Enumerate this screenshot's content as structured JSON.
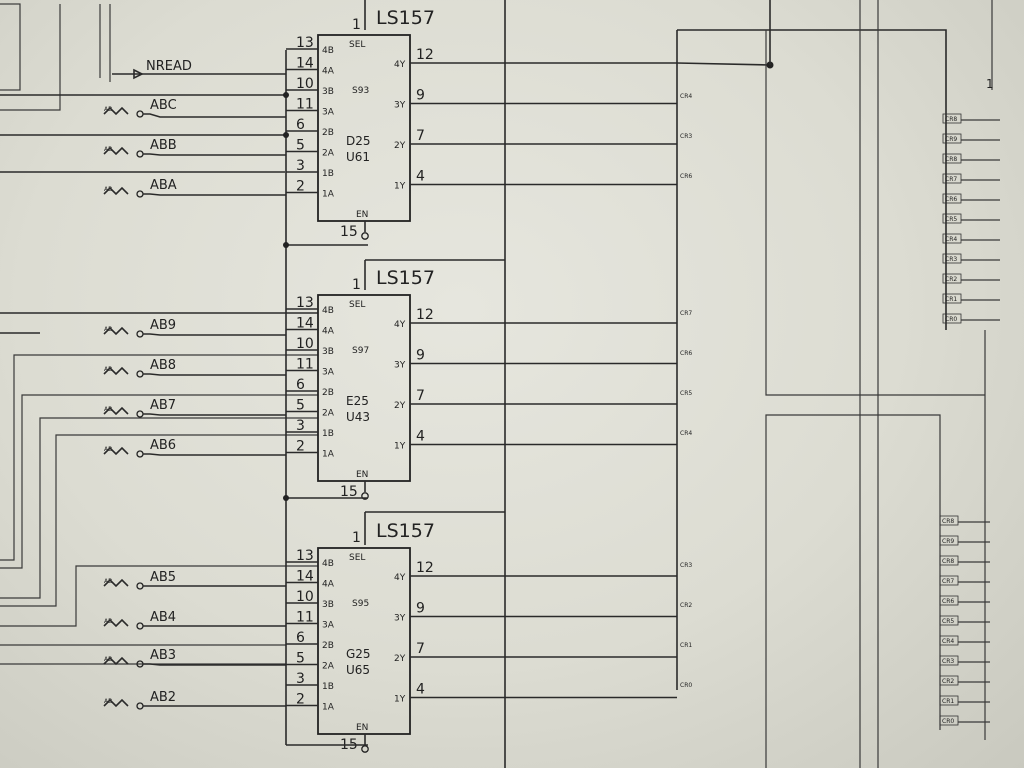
{
  "chips": [
    {
      "part": "LS157",
      "sel_pin": "1",
      "en_pin": "15",
      "sel_label": "SEL",
      "en_label": "EN",
      "id": "S93",
      "loc": "D25",
      "ref": "U61",
      "left_pins": [
        {
          "num": "13",
          "label": "4B"
        },
        {
          "num": "14",
          "label": "4A"
        },
        {
          "num": "10",
          "label": "3B"
        },
        {
          "num": "11",
          "label": "3A"
        },
        {
          "num": "6",
          "label": "2B"
        },
        {
          "num": "5",
          "label": "2A"
        },
        {
          "num": "3",
          "label": "1B"
        },
        {
          "num": "2",
          "label": "1A"
        }
      ],
      "right_pins": [
        {
          "num": "12",
          "label": "4Y"
        },
        {
          "num": "9",
          "label": "3Y"
        },
        {
          "num": "7",
          "label": "2Y"
        },
        {
          "num": "4",
          "label": "1Y"
        }
      ]
    },
    {
      "part": "LS157",
      "sel_pin": "1",
      "en_pin": "15",
      "sel_label": "SEL",
      "en_label": "EN",
      "id": "S97",
      "loc": "E25",
      "ref": "U43",
      "left_pins": [
        {
          "num": "13",
          "label": "4B"
        },
        {
          "num": "14",
          "label": "4A"
        },
        {
          "num": "10",
          "label": "3B"
        },
        {
          "num": "11",
          "label": "3A"
        },
        {
          "num": "6",
          "label": "2B"
        },
        {
          "num": "5",
          "label": "2A"
        },
        {
          "num": "3",
          "label": "1B"
        },
        {
          "num": "2",
          "label": "1A"
        }
      ],
      "right_pins": [
        {
          "num": "12",
          "label": "4Y"
        },
        {
          "num": "9",
          "label": "3Y"
        },
        {
          "num": "7",
          "label": "2Y"
        },
        {
          "num": "4",
          "label": "1Y"
        }
      ]
    },
    {
      "part": "LS157",
      "sel_pin": "1",
      "en_pin": "15",
      "sel_label": "SEL",
      "en_label": "EN",
      "id": "S95",
      "loc": "G25",
      "ref": "U65",
      "left_pins": [
        {
          "num": "13",
          "label": "4B"
        },
        {
          "num": "14",
          "label": "4A"
        },
        {
          "num": "10",
          "label": "3B"
        },
        {
          "num": "11",
          "label": "3A"
        },
        {
          "num": "6",
          "label": "2B"
        },
        {
          "num": "5",
          "label": "2A"
        },
        {
          "num": "3",
          "label": "1B"
        },
        {
          "num": "2",
          "label": "1A"
        }
      ],
      "right_pins": [
        {
          "num": "12",
          "label": "4Y"
        },
        {
          "num": "9",
          "label": "3Y"
        },
        {
          "num": "7",
          "label": "2Y"
        },
        {
          "num": "4",
          "label": "1Y"
        }
      ]
    }
  ],
  "signals": [
    "NREAD",
    "ABC",
    "ABB",
    "ABA",
    "AB9",
    "AB8",
    "AB7",
    "AB6",
    "AB5",
    "AB4",
    "AB3",
    "AB2"
  ],
  "net_tags_a": [
    "CR4",
    "CR3",
    "CR6",
    "CR7",
    "CR6",
    "CR5",
    "CR4",
    "CR3",
    "CR2",
    "CR1",
    "CR0"
  ],
  "net_tags_b": [
    "CR8",
    "CR9",
    "CR8",
    "CR7",
    "CR6",
    "CR5",
    "CR4",
    "CR3",
    "CR2",
    "CR1",
    "CR0"
  ],
  "page_marker": "1",
  "colors": {
    "paper": "#dcdcd2",
    "ink": "#222222"
  }
}
